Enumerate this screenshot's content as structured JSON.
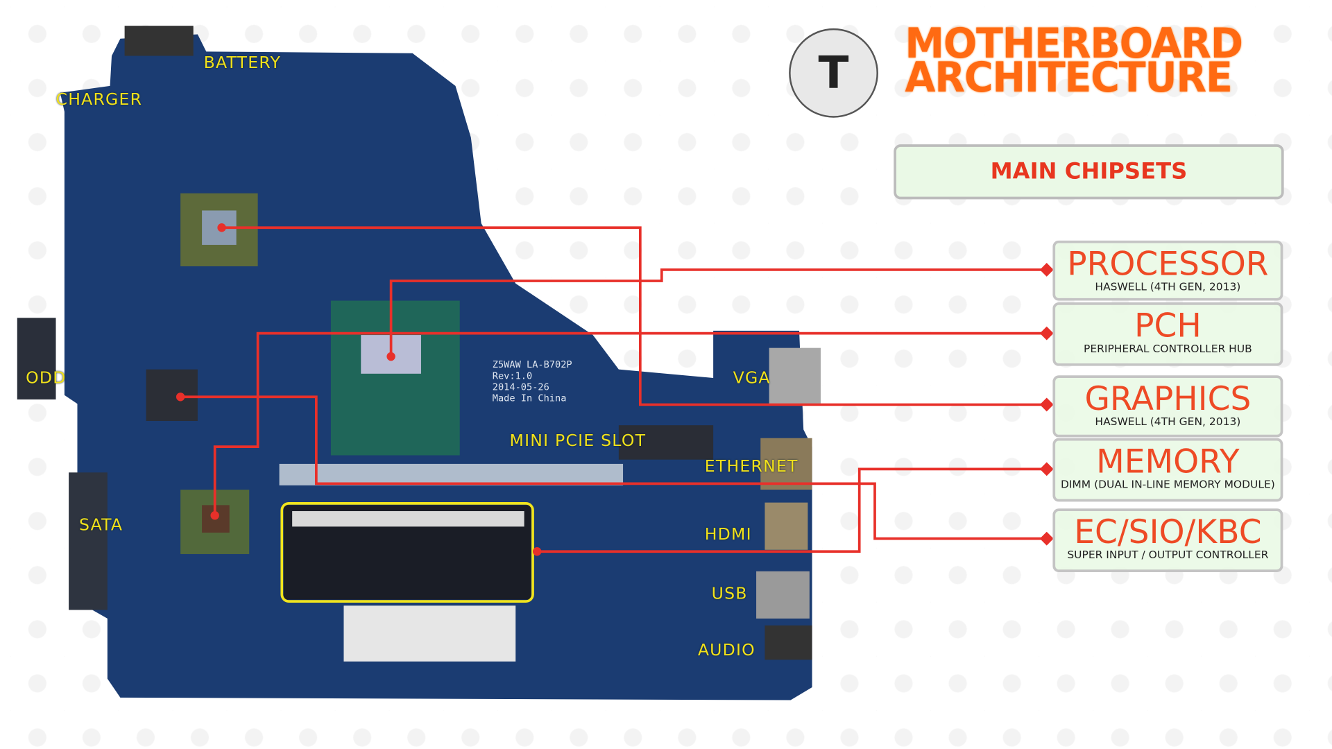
{
  "title": {
    "line1": "MOTHERBOARD",
    "line2": "ARCHITECTURE"
  },
  "logo_icon": "screw-wrench-logo",
  "main_chipsets_label": "MAIN CHIPSETS",
  "chipsets": [
    {
      "name": "PROCESSOR",
      "detail": "HASWELL (4TH GEN, 2013)"
    },
    {
      "name": "PCH",
      "detail": "PERIPHERAL CONTROLLER HUB"
    },
    {
      "name": "GRAPHICS",
      "detail": "HASWELL (4TH GEN, 2013)"
    },
    {
      "name": "MEMORY",
      "detail": "DIMM (DUAL IN-LINE MEMORY MODULE)"
    },
    {
      "name": "EC/SIO/KBC",
      "detail": "SUPER INPUT / OUTPUT CONTROLLER"
    }
  ],
  "board_labels": {
    "battery": "BATTERY",
    "charger": "CHARGER",
    "odd": "ODD",
    "sata": "SATA",
    "vga": "VGA",
    "mini_pcie": "MINI PCIE SLOT",
    "ethernet": "ETHERNET",
    "hdmi": "HDMI",
    "usb": "USB",
    "audio": "AUDIO"
  },
  "pcb_print": {
    "l1": "Z5WAW LA-B702P",
    "l2": "Rev:1.0",
    "l3": "2014-05-26",
    "l4": "Made In China"
  },
  "colors": {
    "accent": "#ff6a12",
    "line": "#e8302a",
    "label": "#f2e21a",
    "board": "#1a3a6e"
  }
}
